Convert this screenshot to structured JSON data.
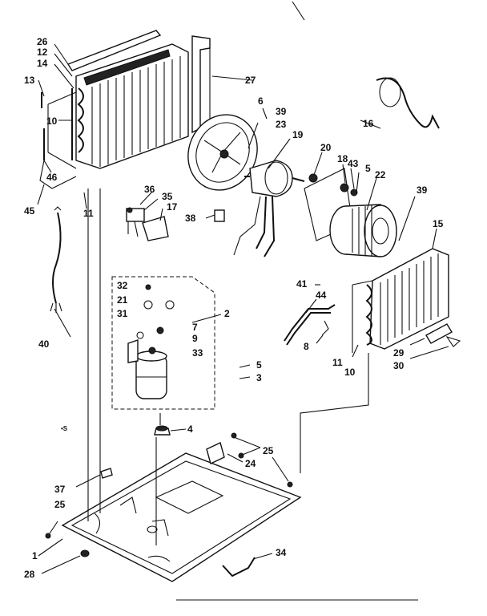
{
  "labels": {
    "l1": "1",
    "l2": "2",
    "l3": "3",
    "l4": "4",
    "l5a": "5",
    "l5b": "5",
    "l6": "6",
    "l7": "7",
    "l8": "8",
    "l9": "9",
    "l10a": "10",
    "l10b": "10",
    "l11a": "11",
    "l11b": "11",
    "l12": "12",
    "l13": "13",
    "l14": "14",
    "l15": "15",
    "l16": "16",
    "l17": "17",
    "l18": "18",
    "l19": "19",
    "l20": "20",
    "l21": "21",
    "l22": "22",
    "l23": "23",
    "l24": "24",
    "l25a": "25",
    "l25b": "25",
    "l26": "26",
    "l27": "27",
    "l28": "28",
    "l29": "29",
    "l30": "30",
    "l31": "31",
    "l32": "32",
    "l33": "33",
    "l34": "34",
    "l35": "35",
    "l36": "36",
    "l37": "37",
    "l38": "38",
    "l39a": "39",
    "l39b": "39",
    "l40": "40",
    "l41": "41",
    "l43": "43",
    "l44": "44",
    "l45": "45",
    "l46": "46",
    "lbs": "•S"
  }
}
